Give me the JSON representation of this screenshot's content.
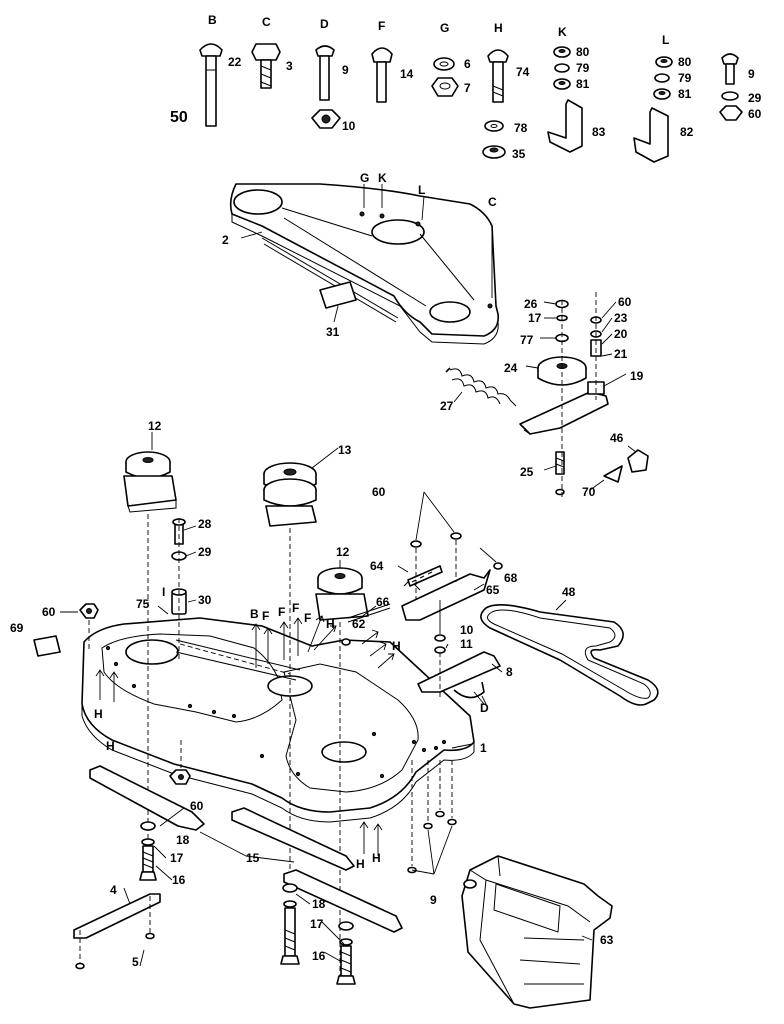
{
  "labels": {
    "B": "B",
    "C": "C",
    "D": "D",
    "F": "F",
    "G": "G",
    "H": "H",
    "K": "K",
    "L": "L",
    "I": "I",
    "n1": "1",
    "n2": "2",
    "n3": "3",
    "n4": "4",
    "n5": "5",
    "n6": "6",
    "n7": "7",
    "n8": "8",
    "n9": "9",
    "n10": "10",
    "n11": "11",
    "n12": "12",
    "n13": "13",
    "n14": "14",
    "n15": "15",
    "n16": "16",
    "n17": "17",
    "n18": "18",
    "n19": "19",
    "n20": "20",
    "n21": "21",
    "n22": "22",
    "n23": "23",
    "n24": "24",
    "n25": "25",
    "n26": "26",
    "n27": "27",
    "n28": "28",
    "n29": "29",
    "n30": "30",
    "n31": "31",
    "n35": "35",
    "n46": "46",
    "n48": "48",
    "n50": "50",
    "n60": "60",
    "n62": "62",
    "n63": "63",
    "n64": "64",
    "n65": "65",
    "n66": "66",
    "n68": "68",
    "n69": "69",
    "n70": "70",
    "n74": "74",
    "n75": "75",
    "n77": "77",
    "n78": "78",
    "n79": "79",
    "n80": "80",
    "n81": "81",
    "n82": "82",
    "n83": "83"
  }
}
